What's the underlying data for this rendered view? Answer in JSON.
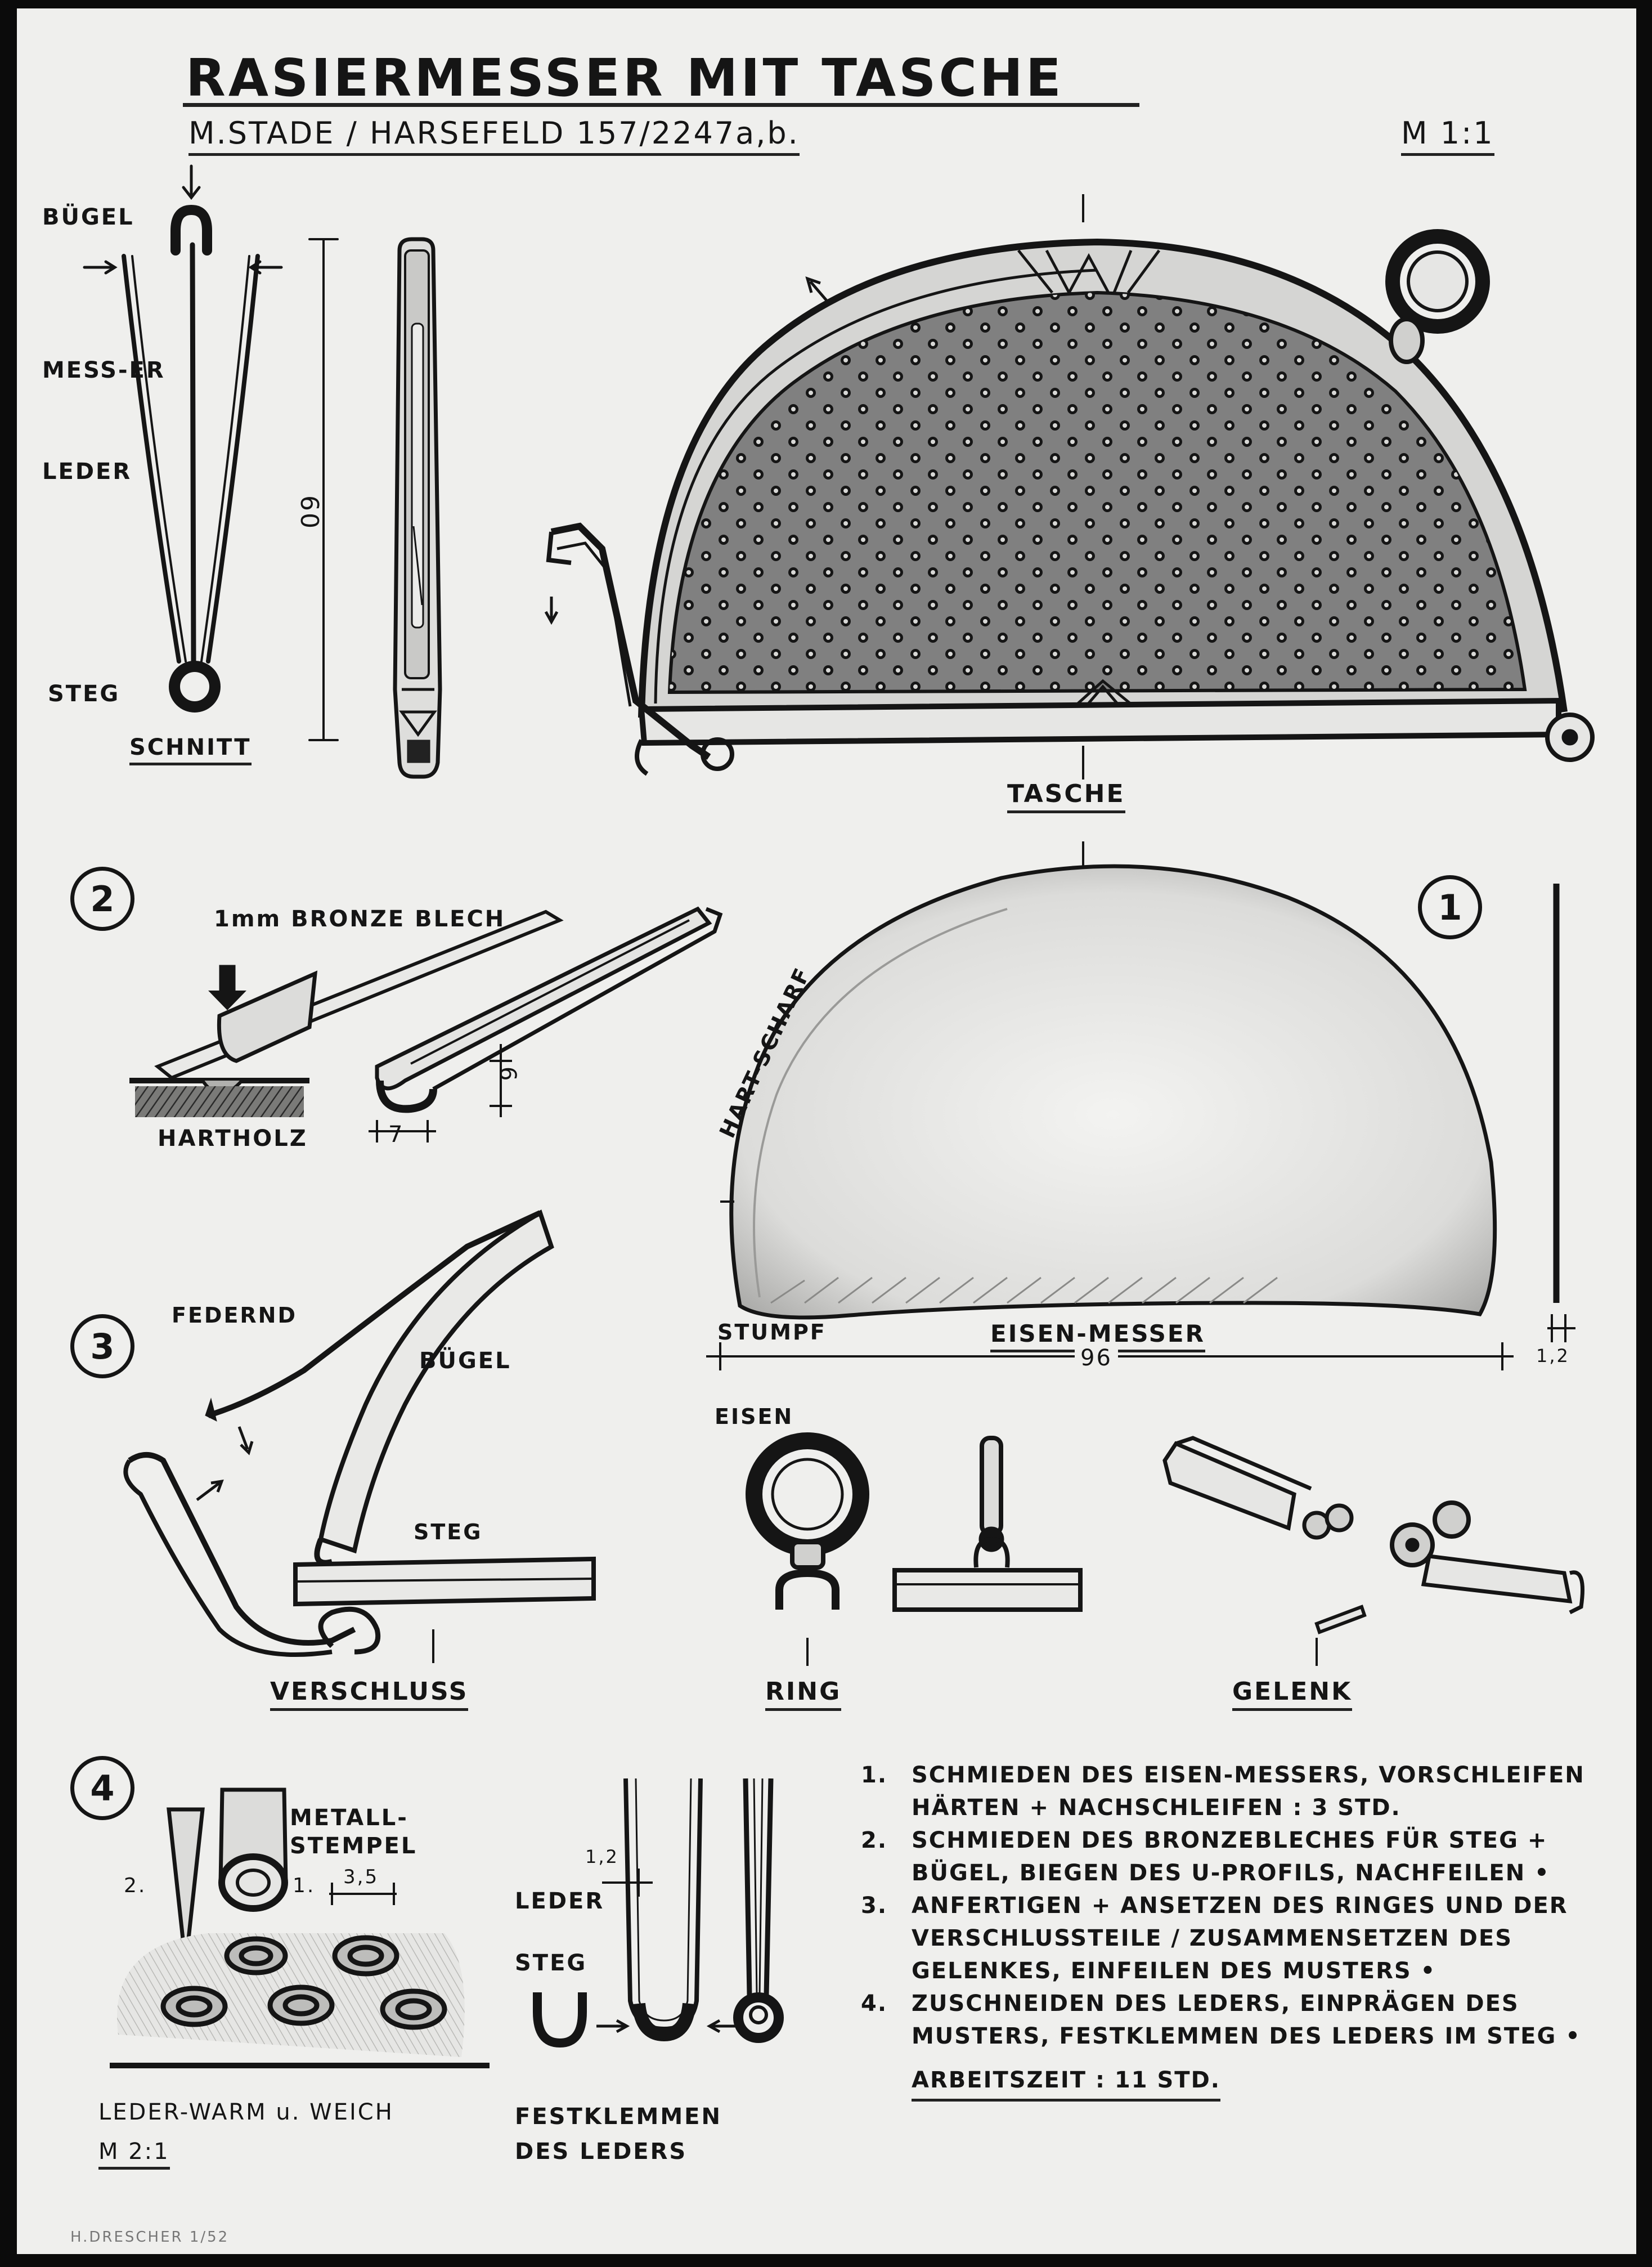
{
  "header": {
    "title": "RASIERMESSER MIT TASCHE",
    "subtitle": "M.STADE / HARSEFELD 157/2247a,b.",
    "scale": "M 1:1"
  },
  "section_numbers": [
    "1",
    "2",
    "3",
    "4"
  ],
  "section_cross": {
    "labels": {
      "buegel": "BÜGEL",
      "messer": "MESS-ER",
      "leder": "LEDER",
      "steg": "STEG",
      "schnitt": "SCHNITT"
    },
    "dimension_60": "60"
  },
  "pouch": {
    "caption": "TASCHE"
  },
  "knife": {
    "label_hart_scharf": "HART-SCHARF",
    "label_stumpf": "STUMPF",
    "caption": "EISEN-MESSER",
    "dimension_96": "96",
    "dimension_thickness": "1,2"
  },
  "step2": {
    "label_blech": "1mm BRONZE BLECH",
    "label_hartholz": "HARTHOLZ",
    "dimension_7": "7",
    "dimension_6": "6"
  },
  "step3": {
    "label_federnd": "FEDERND",
    "label_buegel": "BÜGEL",
    "label_steg": "STEG",
    "caption_verschluss": "VERSCHLUSS"
  },
  "ring": {
    "label_eisen": "EISEN",
    "caption": "RING"
  },
  "gelenk": {
    "caption": "GELENK"
  },
  "step4": {
    "label_metallstempel": "METALL-\nSTEMPEL",
    "label_2": "2.",
    "label_1": "1.",
    "dimension_35": "3,5",
    "caption_leder": "LEDER-WARM u. WEICH",
    "scale": "M 2:1"
  },
  "clamp": {
    "dimension_12": "1,2",
    "label_leder": "LEDER",
    "label_steg": "STEG",
    "caption": "FESTKLEMMEN\nDES LEDERS"
  },
  "steps": [
    {
      "n": "1.",
      "text": "SCHMIEDEN DES EISEN-MESSERS, VORSCHLEIFEN HÄRTEN + NACHSCHLEIFEN : 3 STD."
    },
    {
      "n": "2.",
      "text": "SCHMIEDEN DES BRONZEBLECHES FÜR STEG + BÜGEL, BIEGEN DES U-PROFILS, NACHFEILEN •"
    },
    {
      "n": "3.",
      "text": "ANFERTIGEN + ANSETZEN DES RINGES UND DER VERSCHLUSSTEILE / ZUSAMMENSETZEN DES GELENKES, EINFEILEN DES MUSTERS •"
    },
    {
      "n": "4.",
      "text": "ZUSCHNEIDEN DES LEDERS, EINPRÄGEN DES MUSTERS, FESTKLEMMEN DES LEDERS IM STEG •"
    }
  ],
  "arbeitszeit": "ARBEITSZEIT : 11 STD.",
  "footer": "H.DRESCHER 1/52"
}
